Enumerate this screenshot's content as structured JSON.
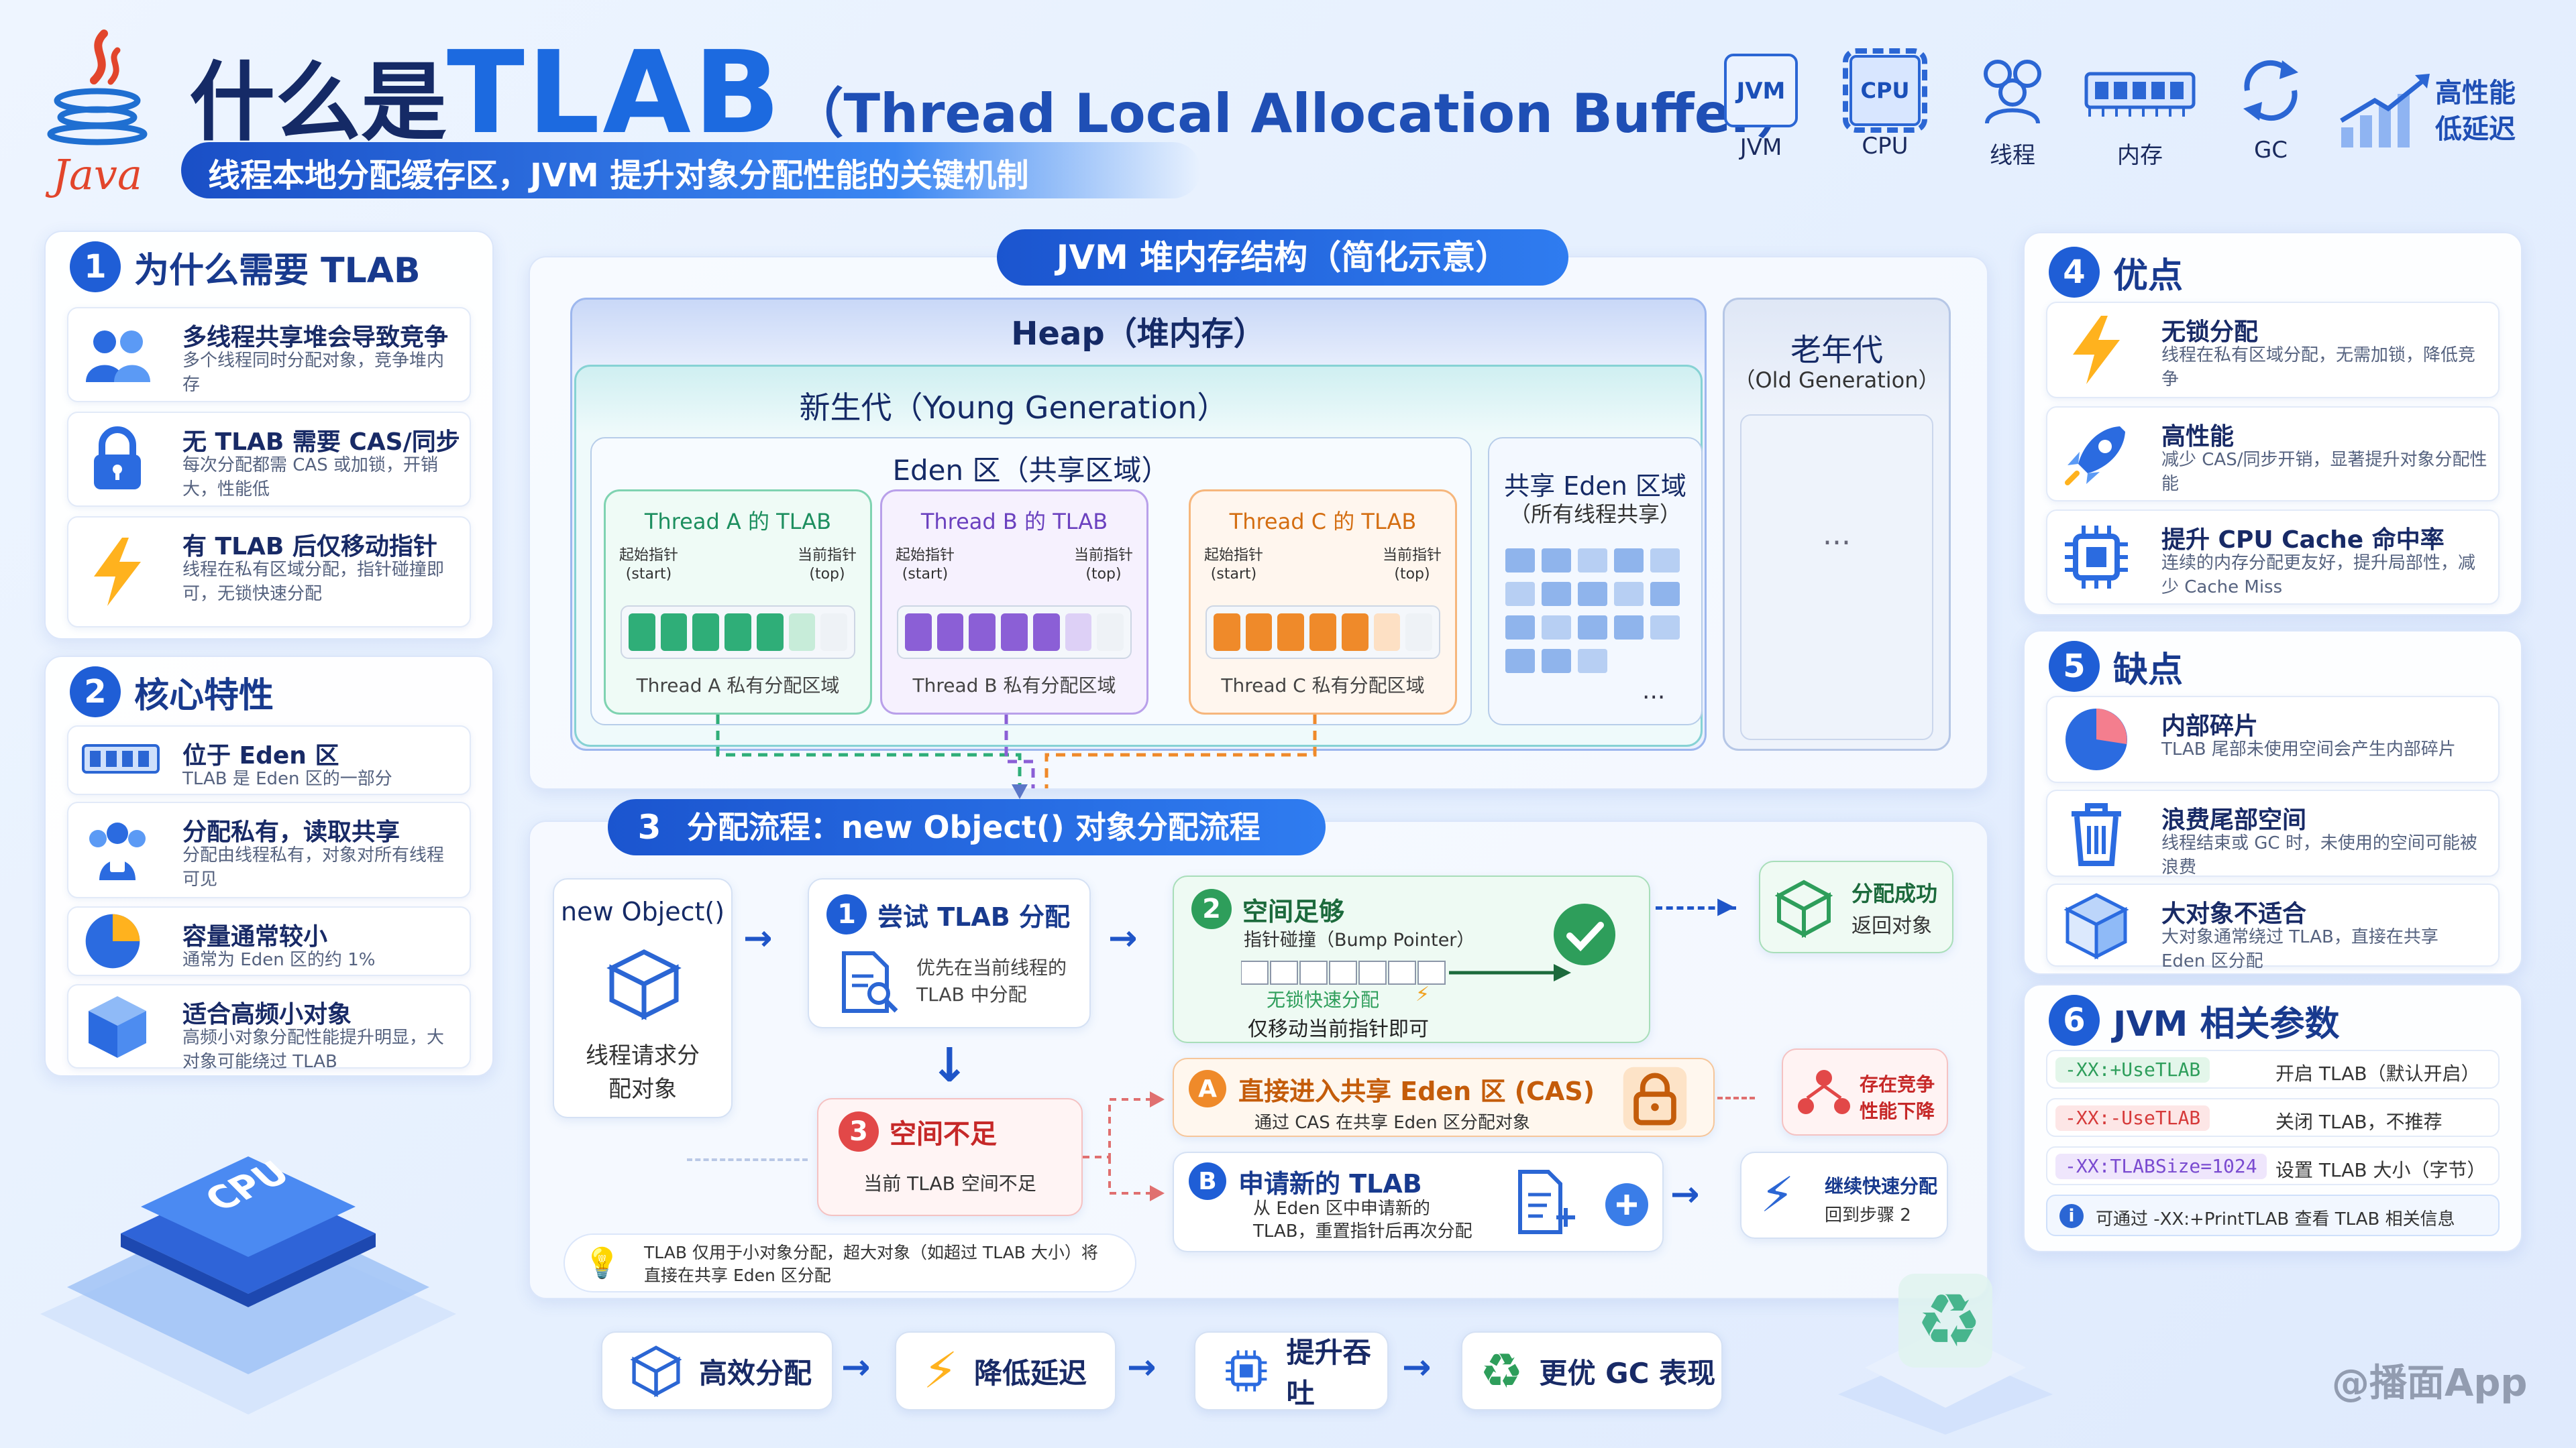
{
  "header": {
    "logo_text": "Java",
    "title_prefix": "什么是 ",
    "title_main": "TLAB",
    "title_paren": "（Thread Local Allocation Buffer）",
    "subtitle": "线程本地分配缓存区，JVM 提升对象分配性能的关键机制",
    "icons": [
      {
        "name": "jvm-icon",
        "label": "JVM",
        "glyph": "JVM"
      },
      {
        "name": "cpu-icon",
        "label": "CPU",
        "glyph": "CPU"
      },
      {
        "name": "threads-icon",
        "label": "线程",
        "glyph": ""
      },
      {
        "name": "memory-icon",
        "label": "内存",
        "glyph": ""
      },
      {
        "name": "gc-icon",
        "label": "GC",
        "glyph": ""
      }
    ],
    "perf_label_1": "高性能",
    "perf_label_2": "低延迟"
  },
  "why": {
    "num": "1",
    "title": "为什么需要 TLAB",
    "items": [
      {
        "icon": "users-icon",
        "title": "多线程共享堆会导致竞争",
        "desc": "多个线程同时分配对象，竞争堆内存"
      },
      {
        "icon": "lock-icon",
        "title": "无 TLAB 需要 CAS/同步",
        "desc": "每次分配都需 CAS 或加锁，开销大，性能低"
      },
      {
        "icon": "lightning-icon",
        "title": "有 TLAB 后仅移动指针",
        "desc": "线程在私有区域分配，指针碰撞即可，无锁快速分配"
      }
    ]
  },
  "core": {
    "num": "2",
    "title": "核心特性",
    "items": [
      {
        "icon": "memory-stick-icon",
        "title": "位于 Eden 区",
        "desc": "TLAB 是 Eden 区的一部分"
      },
      {
        "icon": "user-lock-icon",
        "title": "分配私有，读取共享",
        "desc": "分配由线程私有，对象对所有线程可见"
      },
      {
        "icon": "pie-icon",
        "title": "容量通常较小",
        "desc": "通常为 Eden 区的约 1%"
      },
      {
        "icon": "cube-icon",
        "title": "适合高频小对象",
        "desc": "高频小对象分配性能提升明显，大对象可能绕过 TLAB"
      }
    ]
  },
  "heap": {
    "banner": "JVM 堆内存结构（简化示意）",
    "heap_title": "Heap（堆内存）",
    "young_title": "新生代（Young Generation）",
    "eden_title": "Eden 区（共享区域）",
    "start_label": "起始指针",
    "start_en": "(start)",
    "top_label": "当前指针",
    "top_en": "(top)",
    "tlabs": [
      {
        "title": "Thread A 的 TLAB",
        "caption": "Thread A 私有分配区域",
        "color": "#2fae78"
      },
      {
        "title": "Thread B 的 TLAB",
        "caption": "Thread B 私有分配区域",
        "color": "#8b5fd6"
      },
      {
        "title": "Thread C 的 TLAB",
        "caption": "Thread C 私有分配区域",
        "color": "#ef8a2a"
      }
    ],
    "shared_title": "共享 Eden 区域",
    "shared_sub": "（所有线程共享）",
    "ellipsis": "...",
    "old_title": "老年代",
    "old_sub": "（Old Generation）",
    "old_ellipsis": "..."
  },
  "flow": {
    "num": "3",
    "banner": "分配流程：new Object() 对象分配流程",
    "start_title": "new Object()",
    "start_desc": "线程请求分配对象",
    "step1": {
      "num": "1",
      "title": "尝试 TLAB 分配",
      "desc": "优先在当前线程的 TLAB 中分配"
    },
    "step2": {
      "num": "2",
      "title": "空间足够",
      "sub": "指针碰撞（Bump Pointer）",
      "fast": "无锁快速分配",
      "desc": "仅移动当前指针即可"
    },
    "success": {
      "title": "分配成功",
      "desc": "返回对象"
    },
    "step3": {
      "num": "3",
      "title": "空间不足",
      "desc": "当前 TLAB 空间不足"
    },
    "stepA": {
      "num": "A",
      "title": "直接进入共享 Eden 区 (CAS)",
      "desc": "通过 CAS 在共享 Eden 区分配对象"
    },
    "stepA_result": {
      "title": "存在竞争",
      "desc": "性能下降"
    },
    "stepB": {
      "num": "B",
      "title": "申请新的 TLAB",
      "desc": "从 Eden 区中申请新的 TLAB，重置指针后再次分配"
    },
    "stepB_result": {
      "title": "继续快速分配",
      "desc": "回到步骤 2"
    },
    "note": "TLAB 仅用于小对象分配，超大对象（如超过 TLAB 大小）将直接在共享 Eden 区分配"
  },
  "pros": {
    "num": "4",
    "title": "优点",
    "items": [
      {
        "icon": "lightning-icon",
        "title": "无锁分配",
        "desc": "线程在私有区域分配，无需加锁，降低竞争"
      },
      {
        "icon": "rocket-icon",
        "title": "高性能",
        "desc": "减少 CAS/同步开销，显著提升对象分配性能"
      },
      {
        "icon": "chip-icon",
        "title": "提升 CPU Cache 命中率",
        "desc": "连续的内存分配更友好，提升局部性，减少 Cache Miss"
      }
    ]
  },
  "cons": {
    "num": "5",
    "title": "缺点",
    "items": [
      {
        "icon": "pie-icon",
        "title": "内部碎片",
        "desc": "TLAB 尾部未使用空间会产生内部碎片"
      },
      {
        "icon": "trash-icon",
        "title": "浪费尾部空间",
        "desc": "线程结束或 GC 时，未使用的空间可能被浪费"
      },
      {
        "icon": "cube-icon",
        "title": "大对象不适合",
        "desc": "大对象通常绕过 TLAB，直接在共享 Eden 区分配"
      }
    ]
  },
  "params": {
    "num": "6",
    "title": "JVM 相关参数",
    "items": [
      {
        "key": "-XX:+UseTLAB",
        "desc": "开启 TLAB（默认开启）",
        "color": "#2e9e5b",
        "bg": "#e3f6ea"
      },
      {
        "key": "-XX:-UseTLAB",
        "desc": "关闭 TLAB，不推荐",
        "color": "#d63a3a",
        "bg": "#fde6e6"
      },
      {
        "key": "-XX:TLABSize=1024",
        "desc": "设置 TLAB 大小（字节）",
        "color": "#7a4bd0",
        "bg": "#efe6fc"
      }
    ],
    "info": "可通过 -XX:+PrintTLAB 查看 TLAB 相关信息"
  },
  "bottom": [
    {
      "icon": "cube-icon",
      "label": "高效分配"
    },
    {
      "icon": "lightning-icon",
      "label": "降低延迟"
    },
    {
      "icon": "chip-icon",
      "label": "提升吞吐"
    },
    {
      "icon": "recycle-icon",
      "label": "更优 GC 表现"
    }
  ],
  "decor": {
    "chip_text": "CPU"
  },
  "watermark": "@播面App"
}
